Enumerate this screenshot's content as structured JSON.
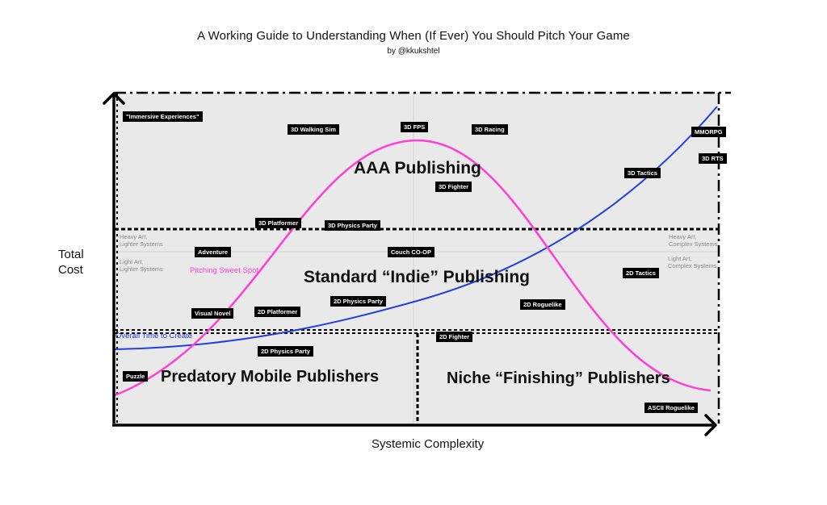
{
  "header": {
    "title": "A Working Guide to Understanding When (If Ever) You Should Pitch Your Game",
    "subtitle": "by @kkukshtel"
  },
  "axes": {
    "y_label_line1": "Total",
    "y_label_line2": "Cost",
    "x_label": "Systemic Complexity"
  },
  "zones": {
    "aaa": "AAA Publishing",
    "indie": "Standard “Indie” Publishing",
    "predatory": "Predatory Mobile Publishers",
    "niche": "Niche “Finishing” Publishers"
  },
  "side_notes": {
    "left_top_1": "Heavy Art,",
    "left_top_2": "Lighter Systems",
    "left_bottom_1": "Light Art,",
    "left_bottom_2": "Lighter Systems",
    "right_top_1": "Heavy Art,",
    "right_top_2": "Complex Systems",
    "right_bottom_1": "Light Art,",
    "right_bottom_2": "Complex Systems"
  },
  "curves": {
    "pink_label": "Pitching Sweet Spot",
    "blue_label": "Overall Time to Create",
    "pink_color": "#ff3fd2",
    "blue_color": "#1f3fe0"
  },
  "tags": {
    "immersive": "\"Immersive Experiences\"",
    "walking_sim": "3D Walking Sim",
    "fps_3d": "3D FPS",
    "racing_3d": "3D Racing",
    "mmorpg": "MMORPG",
    "rts_3d": "3D RTS",
    "tactics_3d": "3D Tactics",
    "fighter_3d": "3D Fighter",
    "platformer_3d": "3D Platformer",
    "physics_party_3d": "3D Physics Party",
    "adventure": "Adventure",
    "couch_coop": "Couch CO-OP",
    "tactics_2d": "2D Tactics",
    "visual_novel": "Visual Novel",
    "platformer_2d": "2D Platformer",
    "physics_party_2d_a": "2D Physics Party",
    "roguelike_2d": "2D Roguelike",
    "fighter_2d": "2D Fighter",
    "physics_party_2d_b": "2D Physics Party",
    "puzzle": "Puzzle",
    "ascii_roguelike": "ASCII Roguelike"
  }
}
